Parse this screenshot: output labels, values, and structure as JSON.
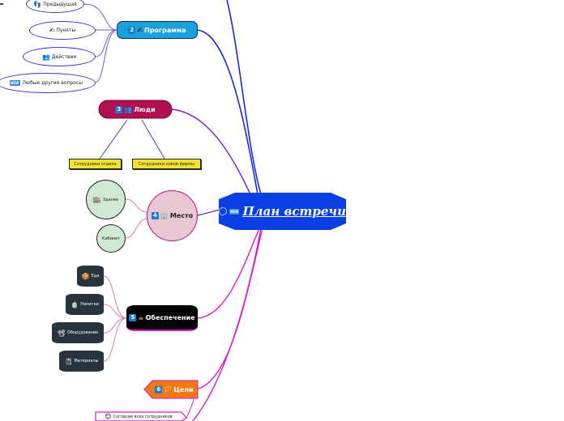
{
  "root": {
    "title": "План встречи",
    "icon": "new-icon",
    "icon_text": "NEW",
    "color": "#0a3fe6"
  },
  "branches": {
    "program": {
      "number": "2",
      "label": "Программа",
      "icon": "writing-hand-icon",
      "color": "#1aa0dd",
      "children": [
        {
          "label": "Предыдущая",
          "icon": "footprints-icon"
        },
        {
          "label": "Пункты",
          "icon": "writing-hand-icon"
        },
        {
          "label": "Действия",
          "icon": "people-icon"
        },
        {
          "label": "Любые другие вопросы",
          "icon": "new-icon",
          "icon_text": "NEW"
        }
      ]
    },
    "people": {
      "number": "3",
      "label": "Люди",
      "icon": "people-icon",
      "color": "#b01050",
      "children": [
        {
          "label": "Сотрудники отдела"
        },
        {
          "label": "Сотрудники новой фирмы"
        }
      ]
    },
    "place": {
      "number": "4",
      "label": "Место",
      "icon": "office-building-icon",
      "color": "#e8c6d2",
      "children": [
        {
          "label": "Здание",
          "icon": "building-icon"
        },
        {
          "label": "Кабинет"
        }
      ]
    },
    "supply": {
      "number": "5",
      "label": "Обеспечение",
      "icon": "coffee-icon",
      "color": "#000000",
      "children": [
        {
          "label": "Еда",
          "icon": "cookie-icon"
        },
        {
          "label": "Напитки",
          "icon": "tea-icon"
        },
        {
          "label": "Оборудование",
          "icon": "projector-icon"
        },
        {
          "label": "Материалы",
          "icon": "notebook-icon"
        }
      ]
    },
    "goals": {
      "number": "6",
      "label": "Цели",
      "icon": "flag-icon",
      "color": "#f07a10",
      "children": [
        {
          "label": "Согласие всех сотрудников",
          "icon": "smile-icon"
        }
      ]
    }
  }
}
